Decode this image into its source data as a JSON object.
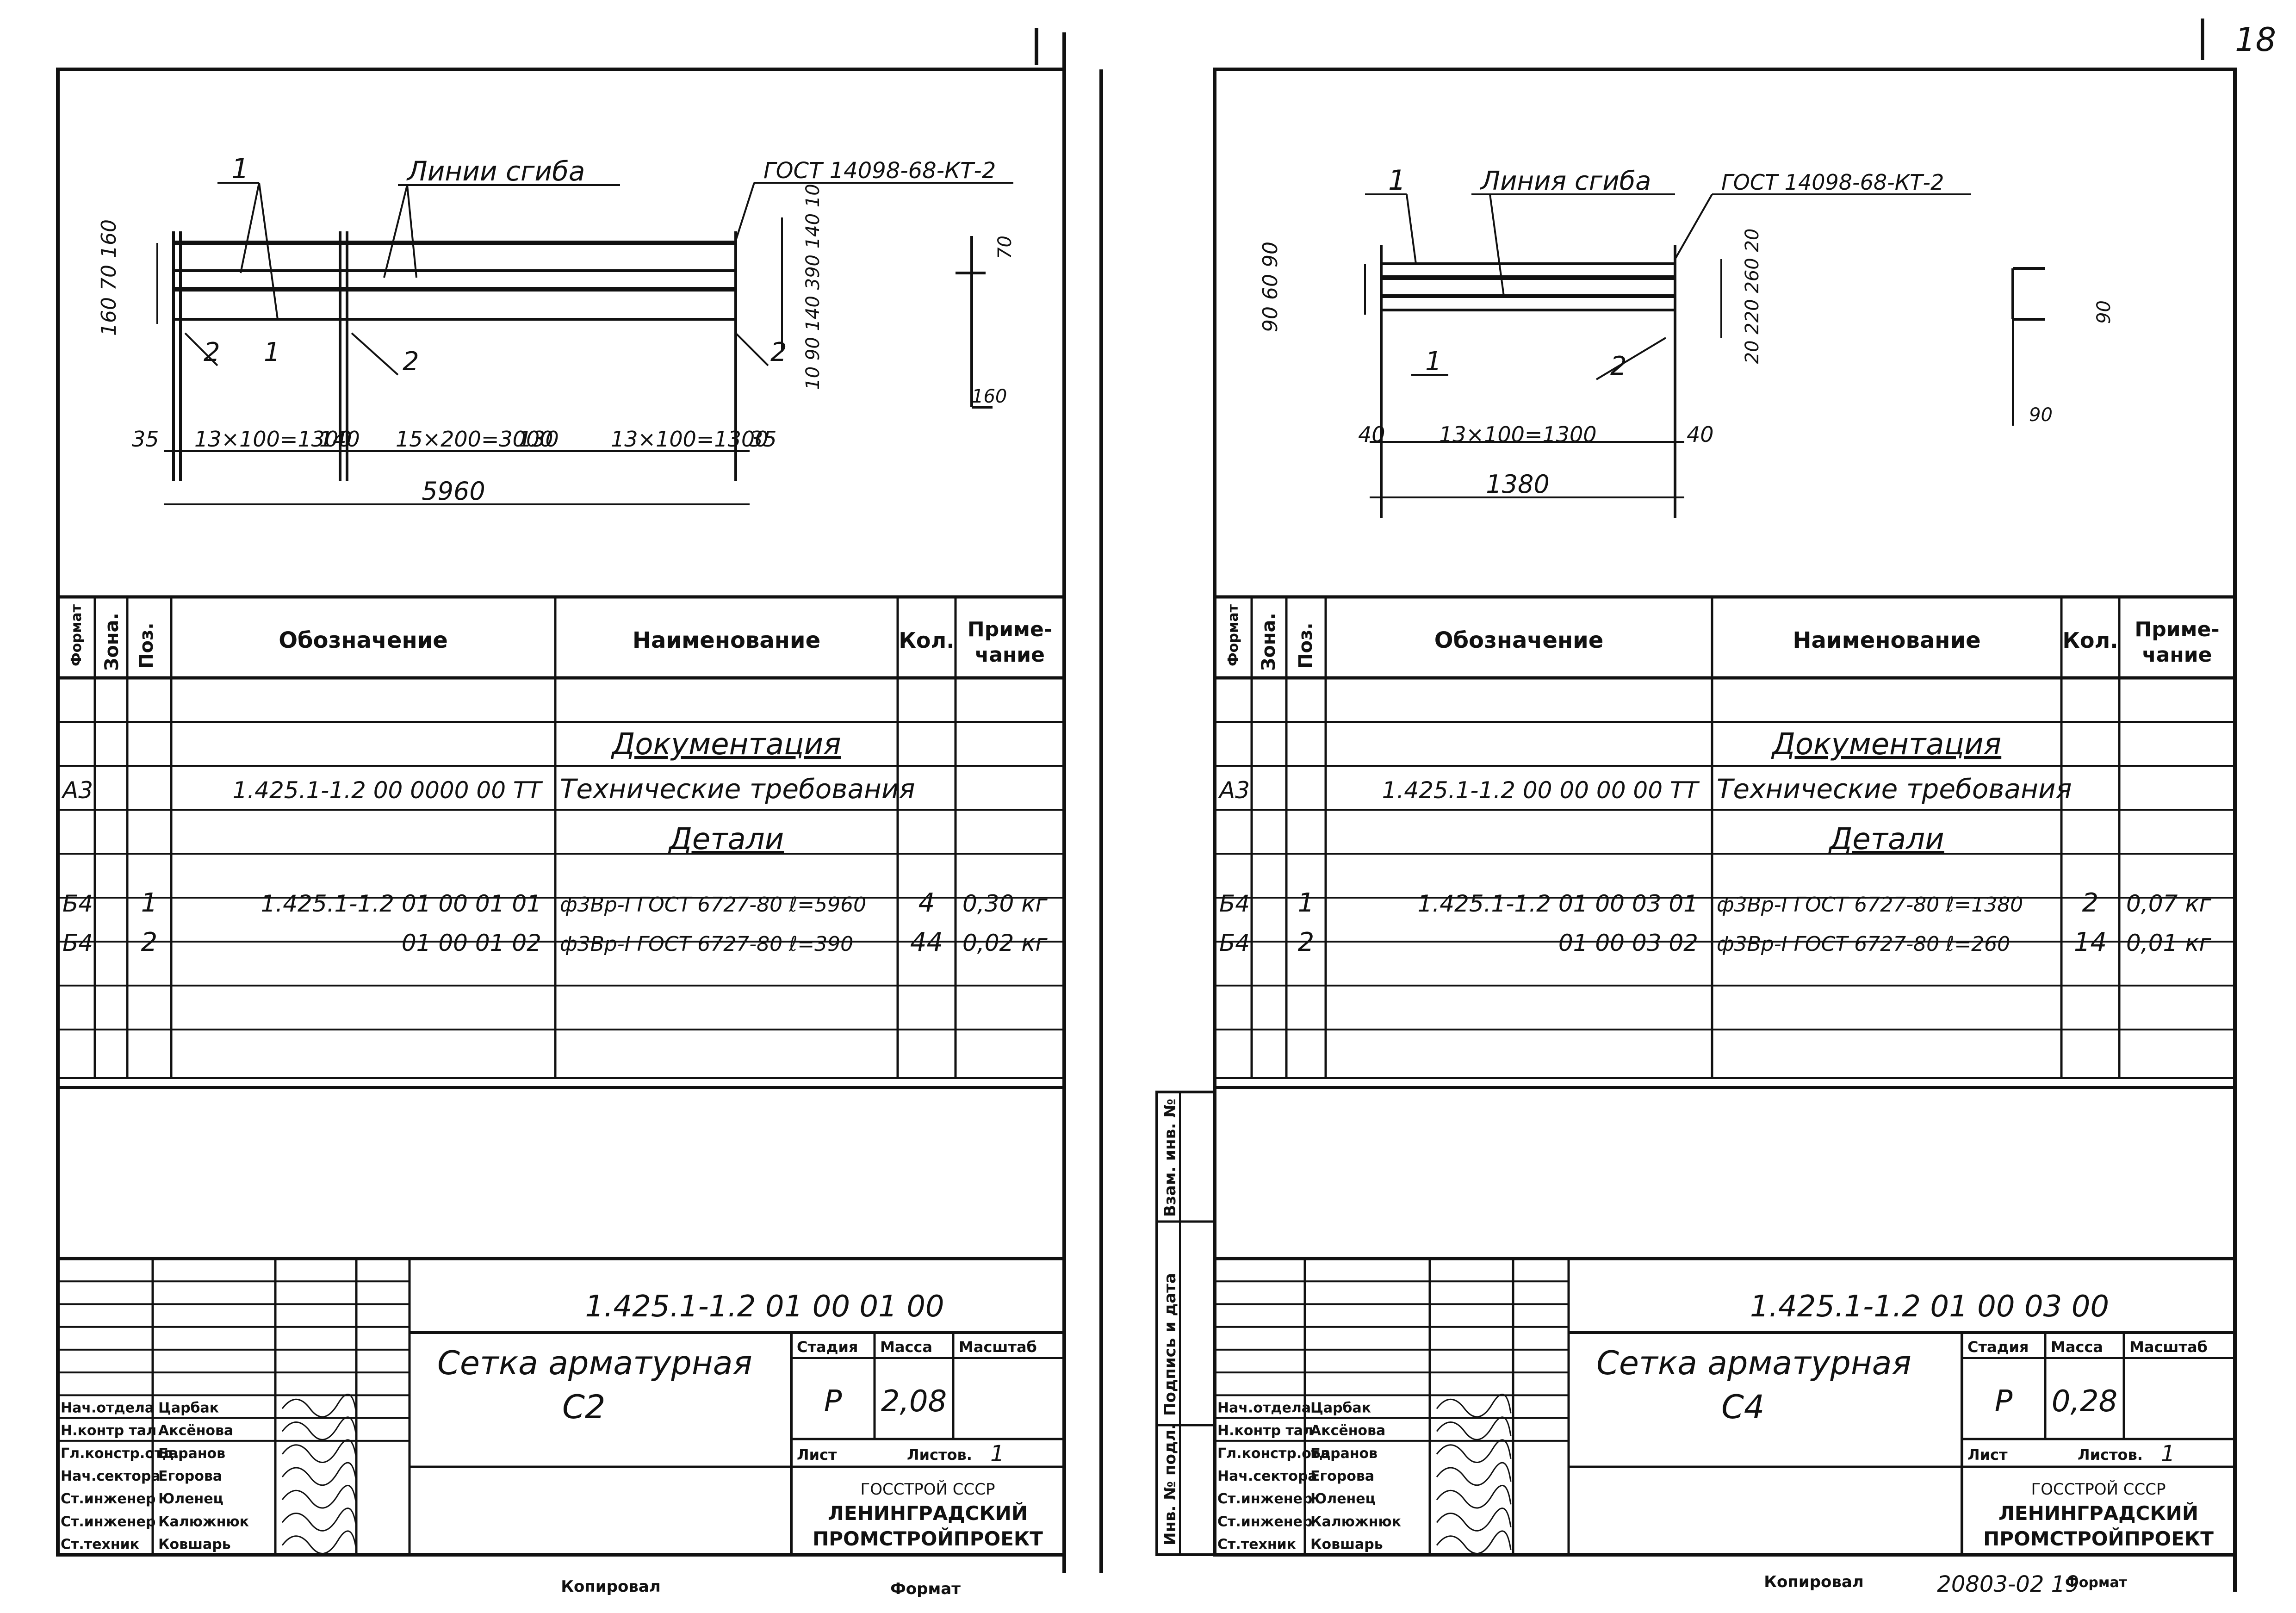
{
  "page_number": "18",
  "footer": {
    "copied_label": "Копировал",
    "format_label": "Формат",
    "archive_code": "20803-02 19"
  },
  "side_stamp": {
    "labels": [
      "Инв. № подл.",
      "Подпись и дата",
      "Взам. инв. №"
    ]
  },
  "spec_headers": {
    "format": "Формат",
    "zone": "Зона.",
    "pos": "Поз.",
    "designation": "Обозначение",
    "name": "Наименование",
    "qty": "Кол.",
    "note": "Приме-чание"
  },
  "title_block_labels": {
    "stage": "Стадия",
    "mass": "Масса",
    "scale": "Масштаб",
    "sheet": "Лист",
    "sheets": "Листов.",
    "org1": "ГОССТРОЙ СССР",
    "org2": "ЛЕНИНГРАДСКИЙ",
    "org3": "ПРОМСТРОЙПРОЕКТ"
  },
  "personnel": [
    {
      "role": "Нач.отдела",
      "name": "Царбак"
    },
    {
      "role": "Н.контр тал",
      "name": "Аксёнова"
    },
    {
      "role": "Гл.констр.отд.",
      "name": "Баранов"
    },
    {
      "role": "Нач.сектора",
      "name": "Егорова"
    },
    {
      "role": "Ст.инженер",
      "name": "Юленец"
    },
    {
      "role": "Ст.инженер",
      "name": "Калюжнюк"
    },
    {
      "role": "Ст.техник",
      "name": "Ковшарь"
    }
  ],
  "sheets": [
    {
      "drawing": {
        "label_pos1": "1",
        "label_pos2": "2",
        "bend_label": "Линии сгиба",
        "gost": "ГОСТ 14098-68-КТ-2",
        "dims_left": [
          "160",
          "70",
          "160"
        ],
        "dims_right": [
          "10",
          "90",
          "140",
          "390",
          "140",
          "10"
        ],
        "bottom_spans": [
          "35",
          "13×100=1300",
          "140",
          "15×200=3000",
          "130",
          "13×100=1300",
          "35"
        ],
        "total": "5960",
        "section": [
          "70",
          "160"
        ]
      },
      "spec_rows": [
        {
          "section": "Документация"
        },
        {
          "format": "А3",
          "designation": "1.425.1-1.2  00 0000 00 ТТ",
          "name": "Технические требования"
        },
        {
          "section": "Детали"
        },
        {
          "format": "Б4",
          "pos": "1",
          "designation": "1.425.1-1.2   01 00 01 01",
          "name": "ф3Вр-I  ГОСТ 6727-80  ℓ=5960",
          "qty": "4",
          "note": "0,30 кг"
        },
        {
          "format": "Б4",
          "pos": "2",
          "designation": "01 00 01 02",
          "name": "ф3Вр-I  ГОСТ 6727-80  ℓ=390",
          "qty": "44",
          "note": "0,02 кг"
        }
      ],
      "code": "1.425.1-1.2  01 00 01 00",
      "title_line1": "Сетка  арматурная",
      "title_line2": "С2",
      "stage": "Р",
      "mass": "2,08",
      "sheets_count": "1"
    },
    {
      "drawing": {
        "label_pos1": "1",
        "label_pos2": "2",
        "bend_label": "Линия сгиба",
        "gost": "ГОСТ 14098-68-КТ-2",
        "dims_left": [
          "90",
          "60",
          "90"
        ],
        "dims_right": [
          "20",
          "220",
          "260",
          "20"
        ],
        "bottom_spans": [
          "40",
          "13×100=1300",
          "40"
        ],
        "total": "1380",
        "section": [
          "90",
          "90"
        ]
      },
      "spec_rows": [
        {
          "section": "Документация"
        },
        {
          "format": "А3",
          "designation": "1.425.1-1.2  00 00 00 00 ТТ",
          "name": "Технические требования"
        },
        {
          "section": "Детали"
        },
        {
          "format": "Б4",
          "pos": "1",
          "designation": "1.425.1-1.2   01 00 03 01",
          "name": "ф3Вр-I  ГОСТ 6727-80  ℓ=1380",
          "qty": "2",
          "note": "0,07 кг"
        },
        {
          "format": "Б4",
          "pos": "2",
          "designation": "01 00 03 02",
          "name": "ф3Вр-I  ГОСТ 6727-80  ℓ=260",
          "qty": "14",
          "note": "0,01 кг"
        }
      ],
      "code": "1.425.1-1.2   01 00 03 00",
      "title_line1": "Сетка  арматурная",
      "title_line2": "С4",
      "stage": "Р",
      "mass": "0,28",
      "sheets_count": "1"
    }
  ]
}
